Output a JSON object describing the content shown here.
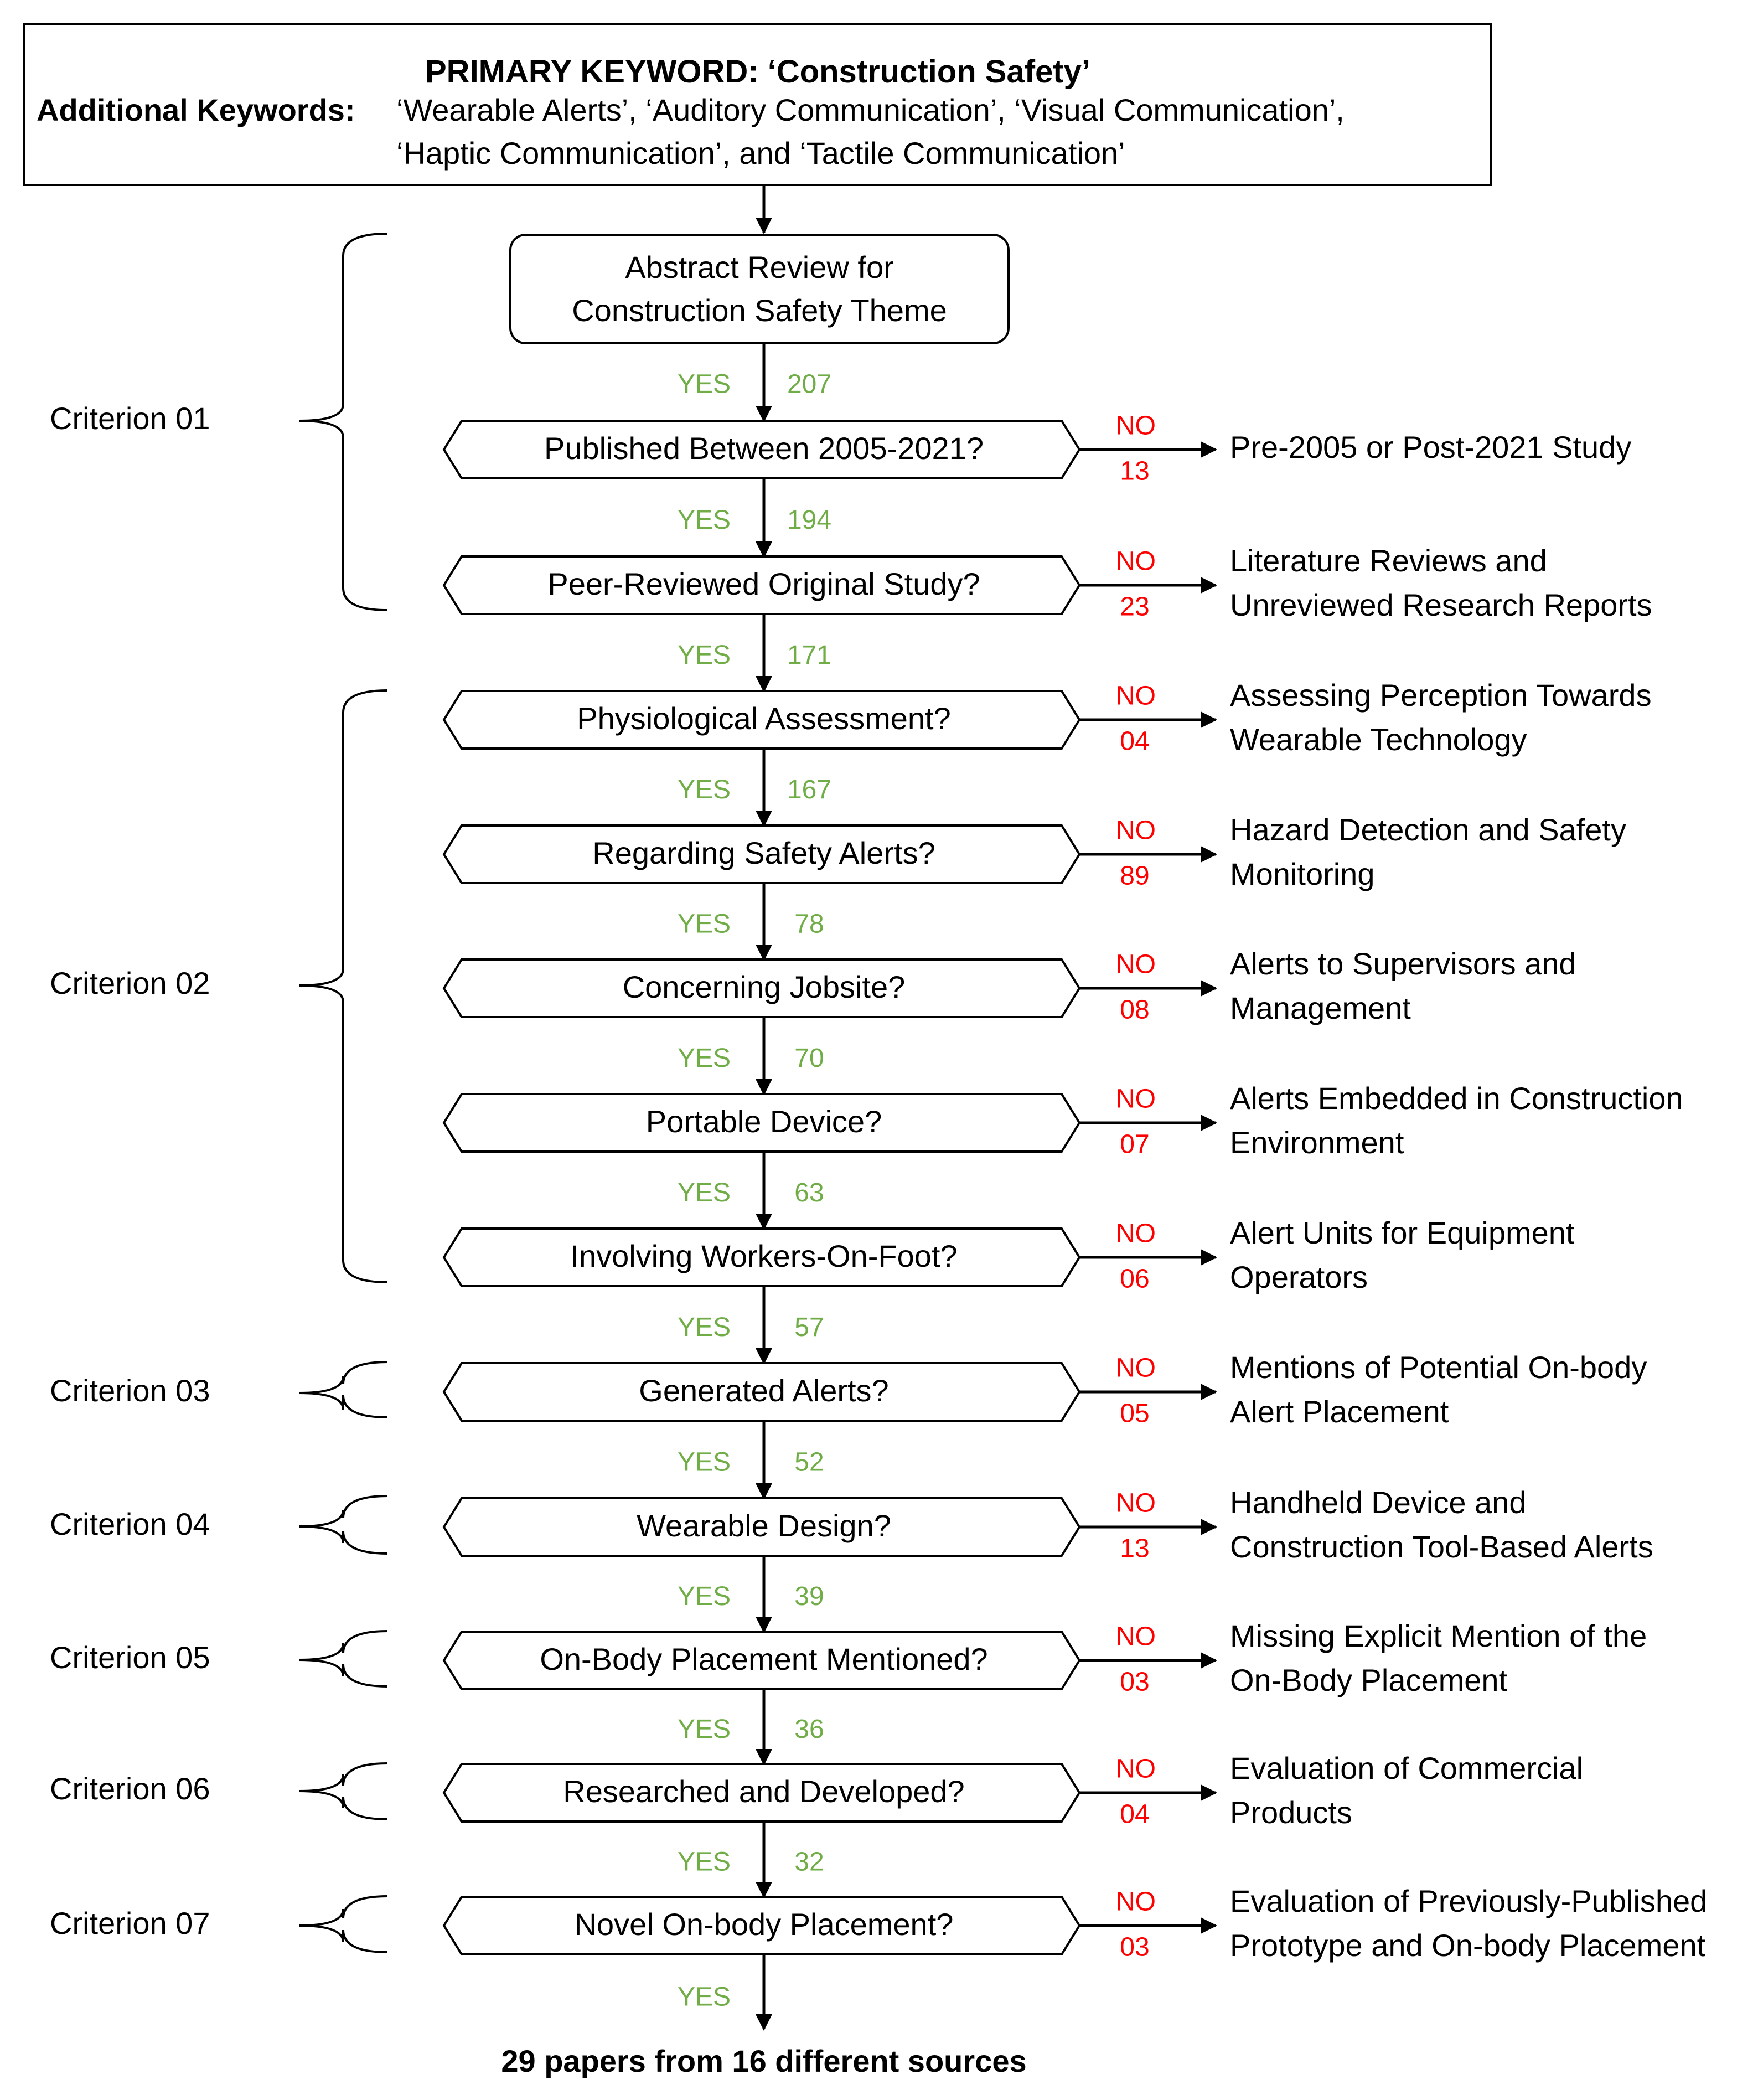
{
  "keywords": {
    "primary": "PRIMARY KEYWORD: ‘Construction Safety’",
    "additional_label": "Additional Keywords:",
    "additional_lines": [
      "‘Wearable Alerts’, ‘Auditory Communication’, ‘Visual Communication’,",
      "‘Haptic Communication’, and ‘Tactile Communication’"
    ]
  },
  "start": {
    "lines": [
      "Abstract Review for",
      "Construction Safety Theme"
    ]
  },
  "labels": {
    "yes": "YES",
    "no": "NO"
  },
  "criteria": [
    {
      "label": "Criterion 01"
    },
    {
      "label": "Criterion 02"
    },
    {
      "label": "Criterion 03"
    },
    {
      "label": "Criterion 04"
    },
    {
      "label": "Criterion 05"
    },
    {
      "label": "Criterion 06"
    },
    {
      "label": "Criterion 07"
    }
  ],
  "steps": [
    {
      "question": "Published Between 2005-2021?",
      "yes_in": "207",
      "no_count": "13",
      "exclusion": [
        "Pre-2005 or Post-2021 Study"
      ]
    },
    {
      "question": "Peer-Reviewed Original Study?",
      "yes_in": "194",
      "no_count": "23",
      "exclusion": [
        "Literature Reviews and",
        "Unreviewed Research Reports"
      ]
    },
    {
      "question": "Physiological Assessment?",
      "yes_in": "171",
      "no_count": "04",
      "exclusion": [
        "Assessing Perception Towards",
        "Wearable Technology"
      ]
    },
    {
      "question": "Regarding Safety Alerts?",
      "yes_in": "167",
      "no_count": "89",
      "exclusion": [
        "Hazard Detection and Safety",
        "Monitoring"
      ]
    },
    {
      "question": "Concerning Jobsite?",
      "yes_in": "78",
      "no_count": "08",
      "exclusion": [
        "Alerts to Supervisors and",
        "Management"
      ]
    },
    {
      "question": "Portable Device?",
      "yes_in": "70",
      "no_count": "07",
      "exclusion": [
        "Alerts Embedded in Construction",
        "Environment"
      ]
    },
    {
      "question": "Involving Workers-On-Foot?",
      "yes_in": "63",
      "no_count": "06",
      "exclusion": [
        "Alert Units for Equipment",
        "Operators"
      ]
    },
    {
      "question": "Generated Alerts?",
      "yes_in": "57",
      "no_count": "05",
      "exclusion": [
        "Mentions of Potential On-body",
        "Alert Placement"
      ]
    },
    {
      "question": "Wearable Design?",
      "yes_in": "52",
      "no_count": "13",
      "exclusion": [
        "Handheld Device and",
        "Construction Tool-Based Alerts"
      ]
    },
    {
      "question": "On-Body Placement Mentioned?",
      "yes_in": "39",
      "no_count": "03",
      "exclusion": [
        "Missing Explicit Mention of the",
        "On-Body Placement"
      ]
    },
    {
      "question": "Researched and Developed?",
      "yes_in": "36",
      "no_count": "04",
      "exclusion": [
        "Evaluation of Commercial",
        "Products"
      ]
    },
    {
      "question": "Novel On-body Placement?",
      "yes_in": "32",
      "no_count": "03",
      "exclusion": [
        "Evaluation of Previously-Published",
        "Prototype and On-body Placement"
      ]
    }
  ],
  "final": "29 papers from 16 different sources",
  "colors": {
    "yes": "#70AD47",
    "no": "#FF0000",
    "stroke": "#000000"
  }
}
